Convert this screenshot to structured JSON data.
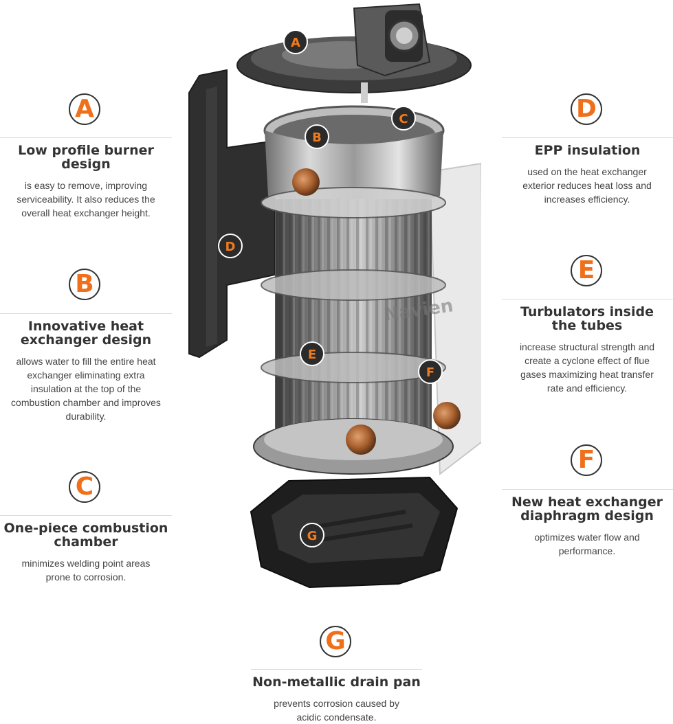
{
  "features": [
    {
      "letter": "A",
      "title": "Low profile burner design",
      "desc": "is easy to remove, improving serviceability. It also reduces the overall heat exchanger height."
    },
    {
      "letter": "B",
      "title": "Innovative heat exchanger design",
      "desc": "allows water to fill the entire heat exchanger eliminating extra insulation at the top of the combustion chamber and improves durability."
    },
    {
      "letter": "C",
      "title": "One-piece combustion chamber",
      "desc": "minimizes welding point areas prone to corrosion."
    },
    {
      "letter": "D",
      "title": "EPP insulation",
      "desc": "used on the heat exchanger exterior reduces heat loss and increases efficiency."
    },
    {
      "letter": "E",
      "title": "Turbulators inside the tubes",
      "desc": "increase structural strength and create a cyclone effect of flue gases maximizing heat transfer rate and efficiency."
    },
    {
      "letter": "F",
      "title": "New heat exchanger diaphragm design",
      "desc": "optimizes water flow and performance."
    },
    {
      "letter": "G",
      "title": "Non-metallic drain pan",
      "desc": "prevents corrosion caused by acidic condensate."
    }
  ],
  "illustration": {
    "brand": "Navien",
    "markers": [
      "A",
      "B",
      "C",
      "D",
      "E",
      "F",
      "G"
    ]
  },
  "colors": {
    "accent": "#f06f1a",
    "text": "#333333",
    "rule": "#dcdcdc"
  }
}
